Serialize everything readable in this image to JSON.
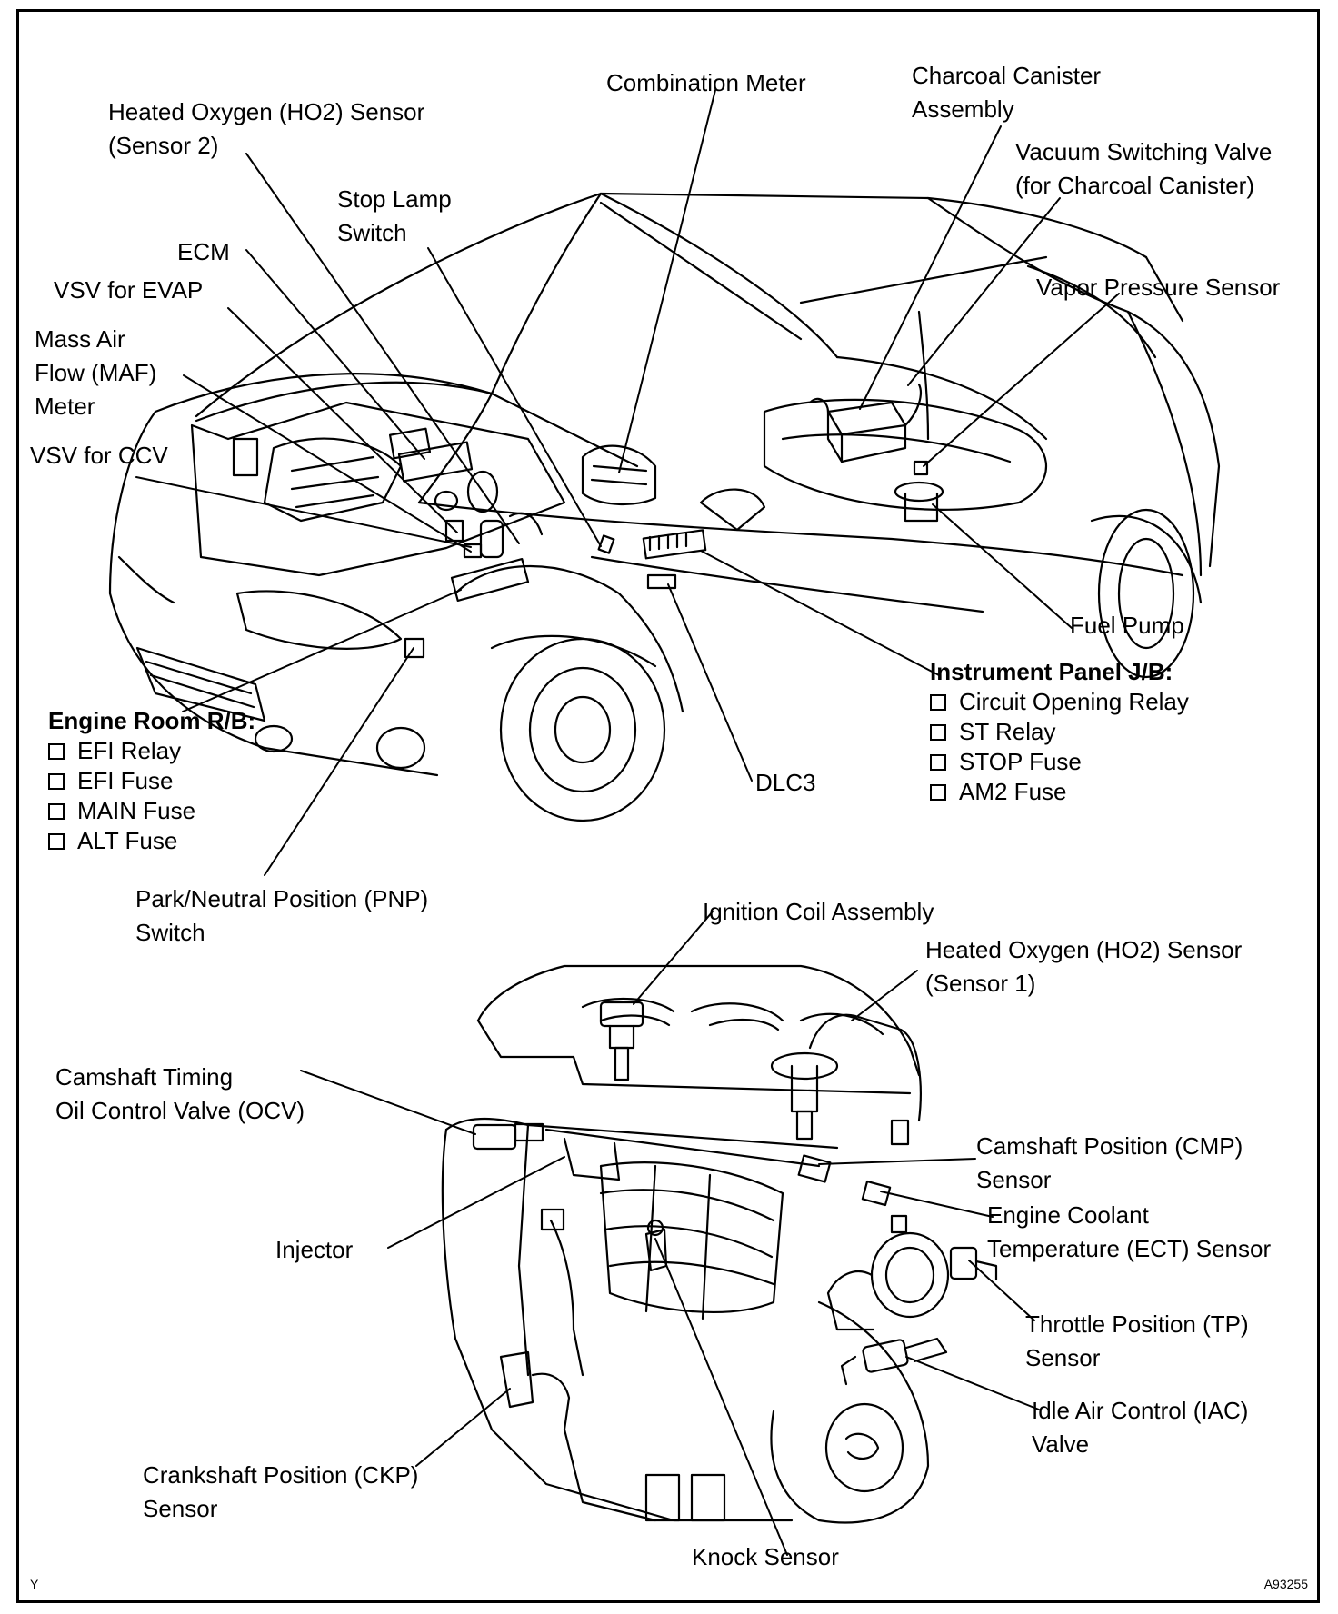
{
  "labels": {
    "combination_meter": "Combination Meter",
    "charcoal_canister": [
      "Charcoal Canister",
      "Assembly"
    ],
    "ho2_sensor2": [
      "Heated Oxygen (HO2) Sensor",
      "(Sensor 2)"
    ],
    "vsv_charcoal": [
      "Vacuum Switching Valve",
      "(for Charcoal Canister)"
    ],
    "stop_lamp": [
      "Stop Lamp",
      "Switch"
    ],
    "ecm": "ECM",
    "vapor_pressure": "Vapor Pressure Sensor",
    "vsv_evap": "VSV for EVAP",
    "maf": [
      "Mass Air",
      "Flow (MAF)",
      "Meter"
    ],
    "vsv_ccv": "VSV for CCV",
    "fuel_pump": "Fuel Pump",
    "dlc3": "DLC3",
    "pnp": [
      "Park/Neutral Position (PNP)",
      "Switch"
    ],
    "ignition_coil": "Ignition Coil Assembly",
    "ho2_sensor1": [
      "Heated Oxygen (HO2) Sensor",
      "(Sensor 1)"
    ],
    "ocv": [
      "Camshaft Timing",
      "Oil Control Valve (OCV)"
    ],
    "cmp": [
      "Camshaft Position (CMP)",
      "Sensor"
    ],
    "ect": [
      "Engine Coolant",
      "Temperature (ECT) Sensor"
    ],
    "injector": "Injector",
    "tp": [
      "Throttle Position (TP)",
      "Sensor"
    ],
    "iac": [
      "Idle Air Control (IAC)",
      "Valve"
    ],
    "ckp": [
      "Crankshaft Position (CKP)",
      "Sensor"
    ],
    "knock": "Knock Sensor"
  },
  "instrument_panel": {
    "title": "Instrument Panel J/B:",
    "items": [
      "Circuit Opening Relay",
      "ST Relay",
      "STOP Fuse",
      "AM2 Fuse"
    ]
  },
  "engine_room": {
    "title": "Engine Room R/B:",
    "items": [
      "EFI Relay",
      "EFI Fuse",
      "MAIN Fuse",
      "ALT Fuse"
    ]
  },
  "corner_marks": {
    "left": "Y",
    "right": "A93255"
  }
}
